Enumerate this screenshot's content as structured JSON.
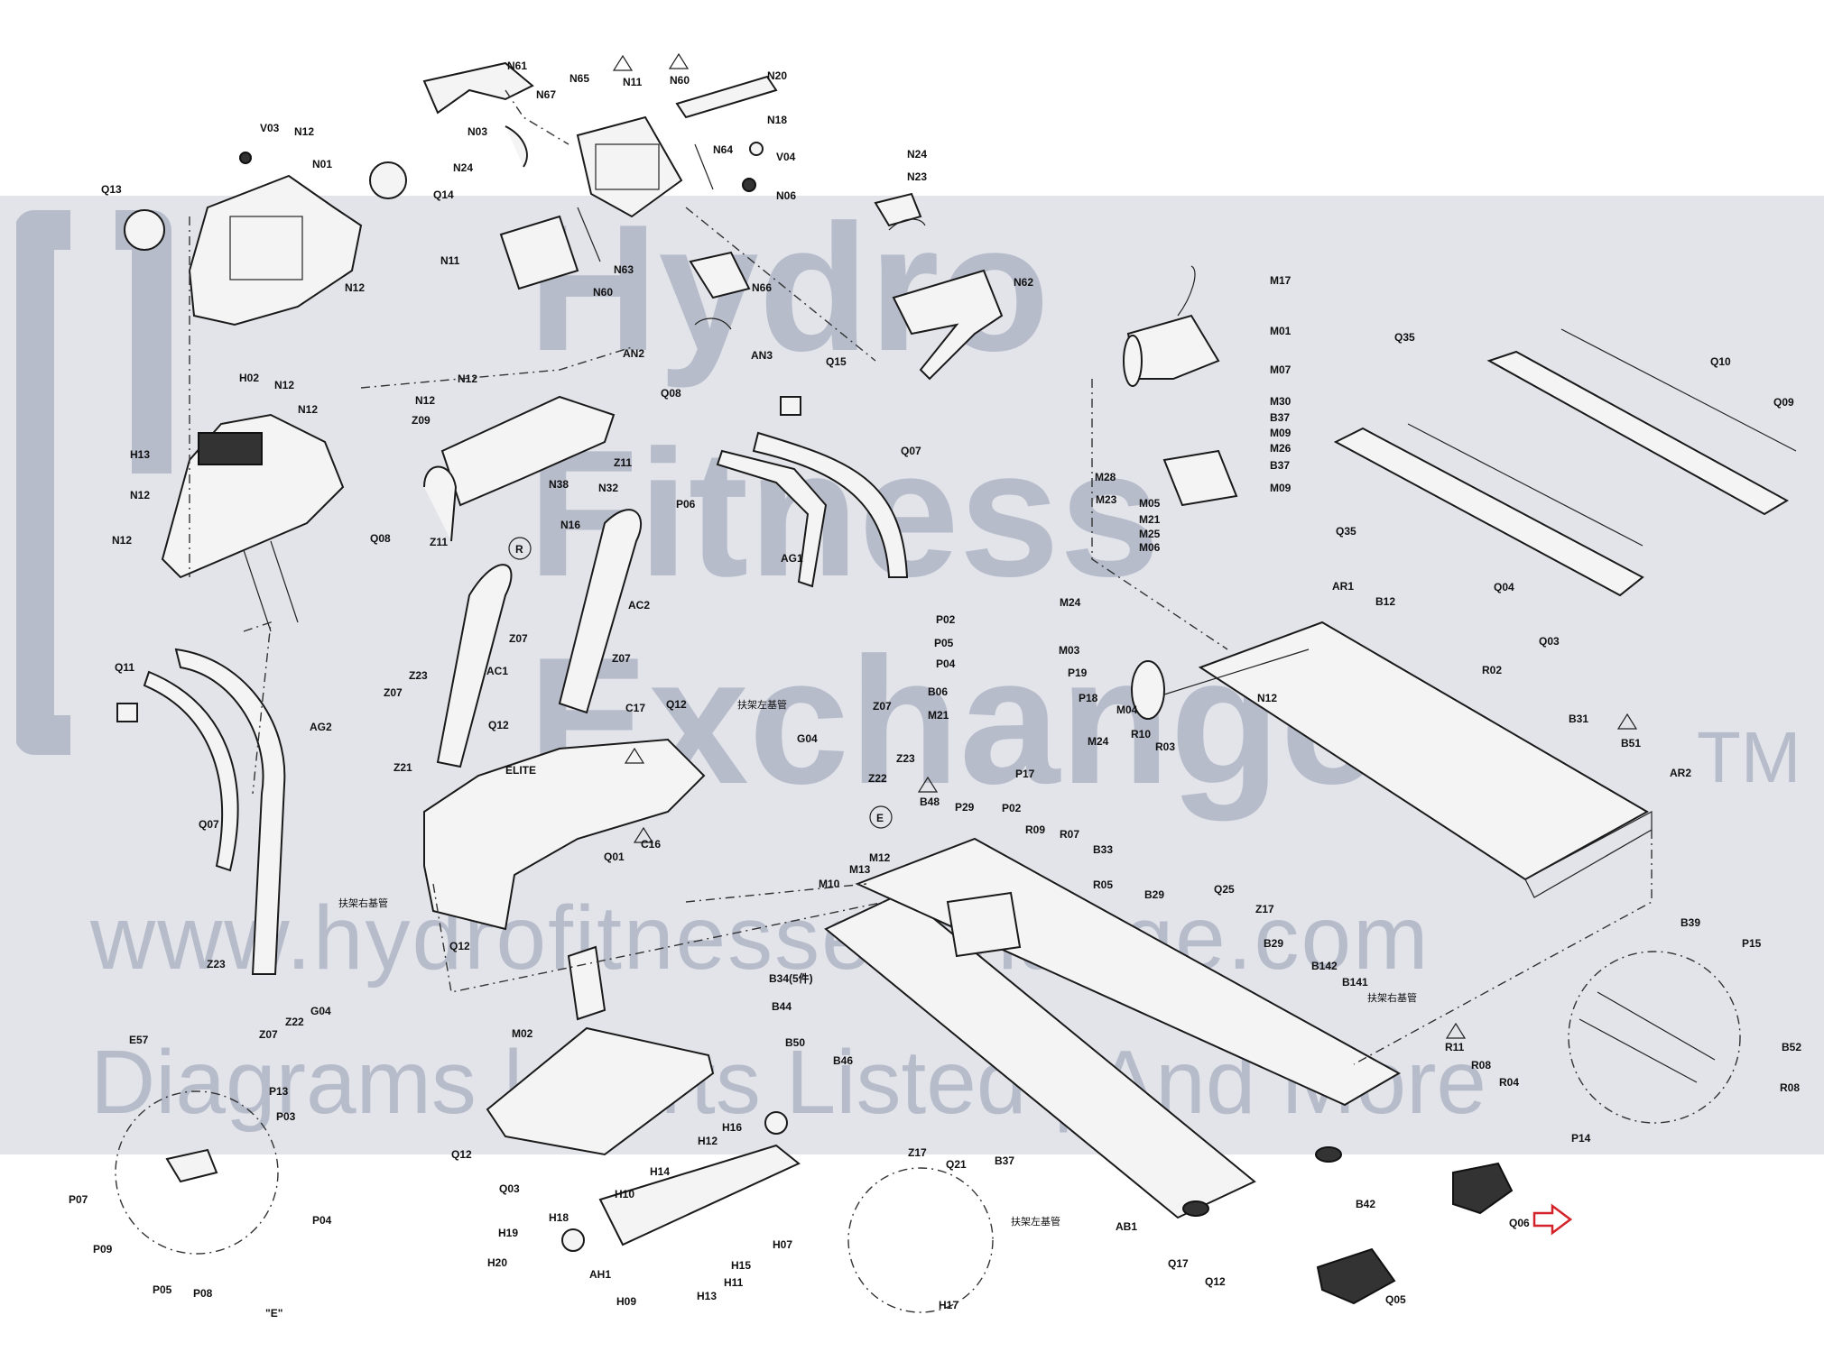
{
  "watermark": {
    "line1": "Hydro",
    "line2": "Fitness",
    "line3": "Exchange",
    "trademark": "TM",
    "website": "www.hydrofitnessexchange.com",
    "tagline": "Diagrams | Parts Listed | And More"
  },
  "labels": {
    "N61": "N61",
    "N65": "N65",
    "N11a": "N11",
    "N60a": "N60",
    "N20": "N20",
    "N18": "N18",
    "N67": "N67",
    "N03": "N03",
    "N24a": "N24",
    "N64": "N64",
    "V04": "V04",
    "N06": "N06",
    "N24b": "N24",
    "N23": "N23",
    "V03": "V03",
    "N12a": "N12",
    "N01": "N01",
    "Q13": "Q13",
    "Q14": "Q14",
    "N11b": "N11",
    "N63": "N63",
    "N60b": "N60",
    "N66": "N66",
    "N12b": "N12",
    "AN3": "AN3",
    "N62": "N62",
    "M17": "M17",
    "M01": "M01",
    "M07": "M07",
    "M30": "M30",
    "B37a": "B37",
    "M09a": "M09",
    "M26": "M26",
    "B37b": "B37",
    "M09b": "M09",
    "M28": "M28",
    "M05": "M05",
    "M23": "M23",
    "M21a": "M21",
    "M25": "M25",
    "M06": "M06",
    "Q35a": "Q35",
    "Q10": "Q10",
    "Q09": "Q09",
    "Q35b": "Q35",
    "Q04": "Q04",
    "Q03a": "Q03",
    "H02": "H02",
    "H13a": "H13",
    "N12c": "N12",
    "N12d": "N12",
    "N12e": "N12",
    "N12f": "N12",
    "AN2": "AN2",
    "Q08a": "Q08",
    "Z09": "Z09",
    "N12g": "N12",
    "N12h": "N12",
    "Q15": "Q15",
    "Q07a": "Q07",
    "Z11a": "Z11",
    "N38": "N38",
    "N32": "N32",
    "Q08b": "Q08",
    "Z11b": "Z11",
    "N16": "N16",
    "P06": "P06",
    "AG1": "AG1",
    "AR1": "AR1",
    "B12": "B12",
    "Q11": "Q11",
    "AG2": "AG2",
    "Z23a": "Z23",
    "Z07a": "Z07",
    "AC1": "AC1",
    "Z07b": "Z07",
    "Z07c": "Z07",
    "AC2": "AC2",
    "C17": "C17",
    "Q12a": "Q12",
    "Q12b": "Q12",
    "P02a": "P02",
    "P05a": "P05",
    "P04a": "P04",
    "M24a": "M24",
    "M03": "M03",
    "P19": "P19",
    "P18": "P18",
    "B06": "B06",
    "M21b": "M21",
    "M24b": "M24",
    "P17": "P17",
    "M04": "M04",
    "R10": "R10",
    "R03": "R03",
    "N12i": "N12",
    "R02": "R02",
    "B31": "B31",
    "B51": "B51",
    "AR2": "AR2",
    "Z21": "Z21",
    "Q07b": "Q07",
    "Q01": "Q01",
    "C16": "C16",
    "G04a": "G04",
    "Z07d": "Z07",
    "Z23b": "Z23",
    "Z22a": "Z22",
    "B48": "B48",
    "P29": "P29",
    "P02b": "P02",
    "M12": "M12",
    "M13": "M13",
    "M10": "M10",
    "R09": "R09",
    "R07": "R07",
    "B33": "B33",
    "R05": "R05",
    "B29a": "B29",
    "Q25": "Q25",
    "Z17a": "Z17",
    "B29b": "B29",
    "Q12c": "Q12",
    "Z23c": "Z23",
    "G04b": "G04",
    "Z22b": "Z22",
    "Z07e": "Z07",
    "M02": "M02",
    "B34": "B34(5件)",
    "B44": "B44",
    "B50": "B50",
    "B46": "B46",
    "B142": "B142",
    "B141": "B141",
    "B39": "B39",
    "P15": "P15",
    "B52": "B52",
    "R08a": "R08",
    "E57": "E57",
    "P13": "P13",
    "P03": "P03",
    "Q12d": "Q12",
    "Q03b": "Q03",
    "H12": "H12",
    "H16": "H16",
    "H14": "H14",
    "H10": "H10",
    "R11": "R11",
    "R08b": "R08",
    "R04": "R04",
    "P14": "P14",
    "P07": "P07",
    "P04b": "P04",
    "P09": "P09",
    "P05b": "P05",
    "P08": "P08",
    "Eq": "\"E\"",
    "H18": "H18",
    "H19": "H19",
    "H20": "H20",
    "AH1": "AH1",
    "H09": "H09",
    "H13b": "H13",
    "H11": "H11",
    "H15": "H15",
    "H07": "H07",
    "Z17b": "Z17",
    "Q21": "Q21",
    "B37c": "B37",
    "AB1": "AB1",
    "B42": "B42",
    "Q06": "Q06",
    "Q17": "Q17",
    "Q12e": "Q12",
    "H17": "H17",
    "Q05": "Q05",
    "cn1": "扶架左基管",
    "cn2": "扶架右基管",
    "cn3": "扶架右基管",
    "cn4": "扶架左基管",
    "R": "R",
    "E": "E",
    "brand": "ELITE"
  },
  "colors": {
    "band": "#e2e4ea",
    "watermark": "#b7bccb",
    "ink": "#1a1a1a",
    "highlight_arrow": "#d4222a"
  },
  "icons": {
    "warning": "warning-triangle-icon",
    "pointer": "red-outline-arrow-icon"
  }
}
